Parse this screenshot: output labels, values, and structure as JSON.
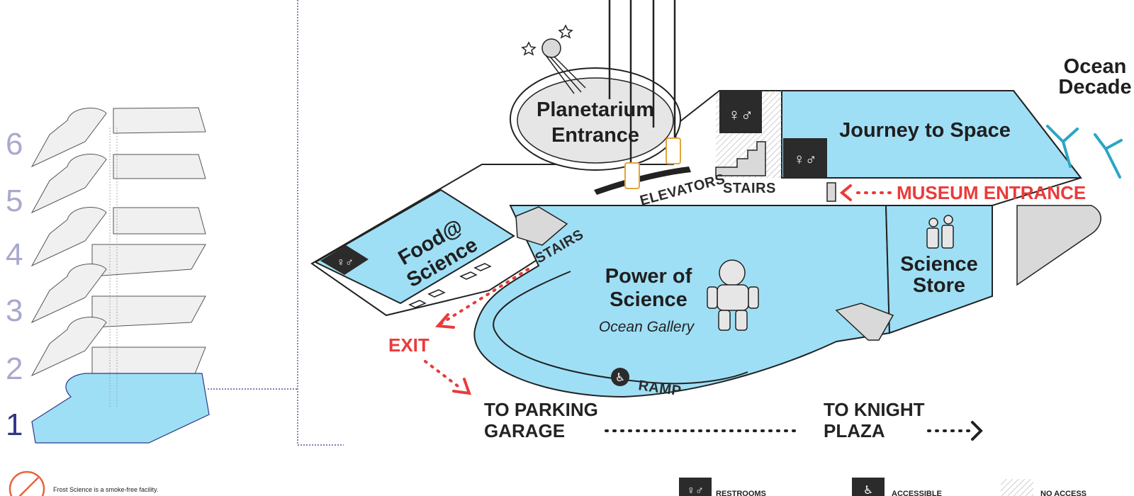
{
  "floor_nav": {
    "levels": [
      "6",
      "5",
      "4",
      "3",
      "2",
      "1"
    ],
    "current_level": "1"
  },
  "zones": {
    "planetarium": {
      "line1": "Planetarium",
      "line2": "Entrance"
    },
    "journey": "Journey to Space",
    "ocean_decade": {
      "line1": "Ocean",
      "line2": "Decade"
    },
    "food": {
      "line1": "Food@",
      "line2": "Science"
    },
    "power": {
      "line1": "Power of",
      "line2": "Science",
      "sub": "Ocean Gallery"
    },
    "store": {
      "line1": "Science",
      "line2": "Store"
    }
  },
  "labels": {
    "elevators": "ELEVATORS",
    "stairs_upper": "STAIRS",
    "stairs_lower": "STAIRS",
    "museum_entrance": "MUSEUM ENTRANCE",
    "exit": "EXIT",
    "ramp": "RAMP",
    "parking": {
      "line1": "TO PARKING",
      "line2": "GARAGE"
    },
    "knight": {
      "line1": "TO KNIGHT",
      "line2": "PLAZA"
    }
  },
  "footer": {
    "smoke_free": "Frost Science is a smoke-free facility."
  },
  "legend": {
    "restrooms": "RESTROOMS",
    "accessible": "ACCESSIBLE",
    "no_access": "NO ACCESS"
  },
  "colors": {
    "blue": "#9fdff5",
    "blue_stroke": "#1f1f1f",
    "dark": "#2b2b2b",
    "red": "#ea3a3a",
    "level_inactive": "#a9a9cf",
    "level_active": "#2f3583",
    "grey": "#d9d9d9"
  }
}
